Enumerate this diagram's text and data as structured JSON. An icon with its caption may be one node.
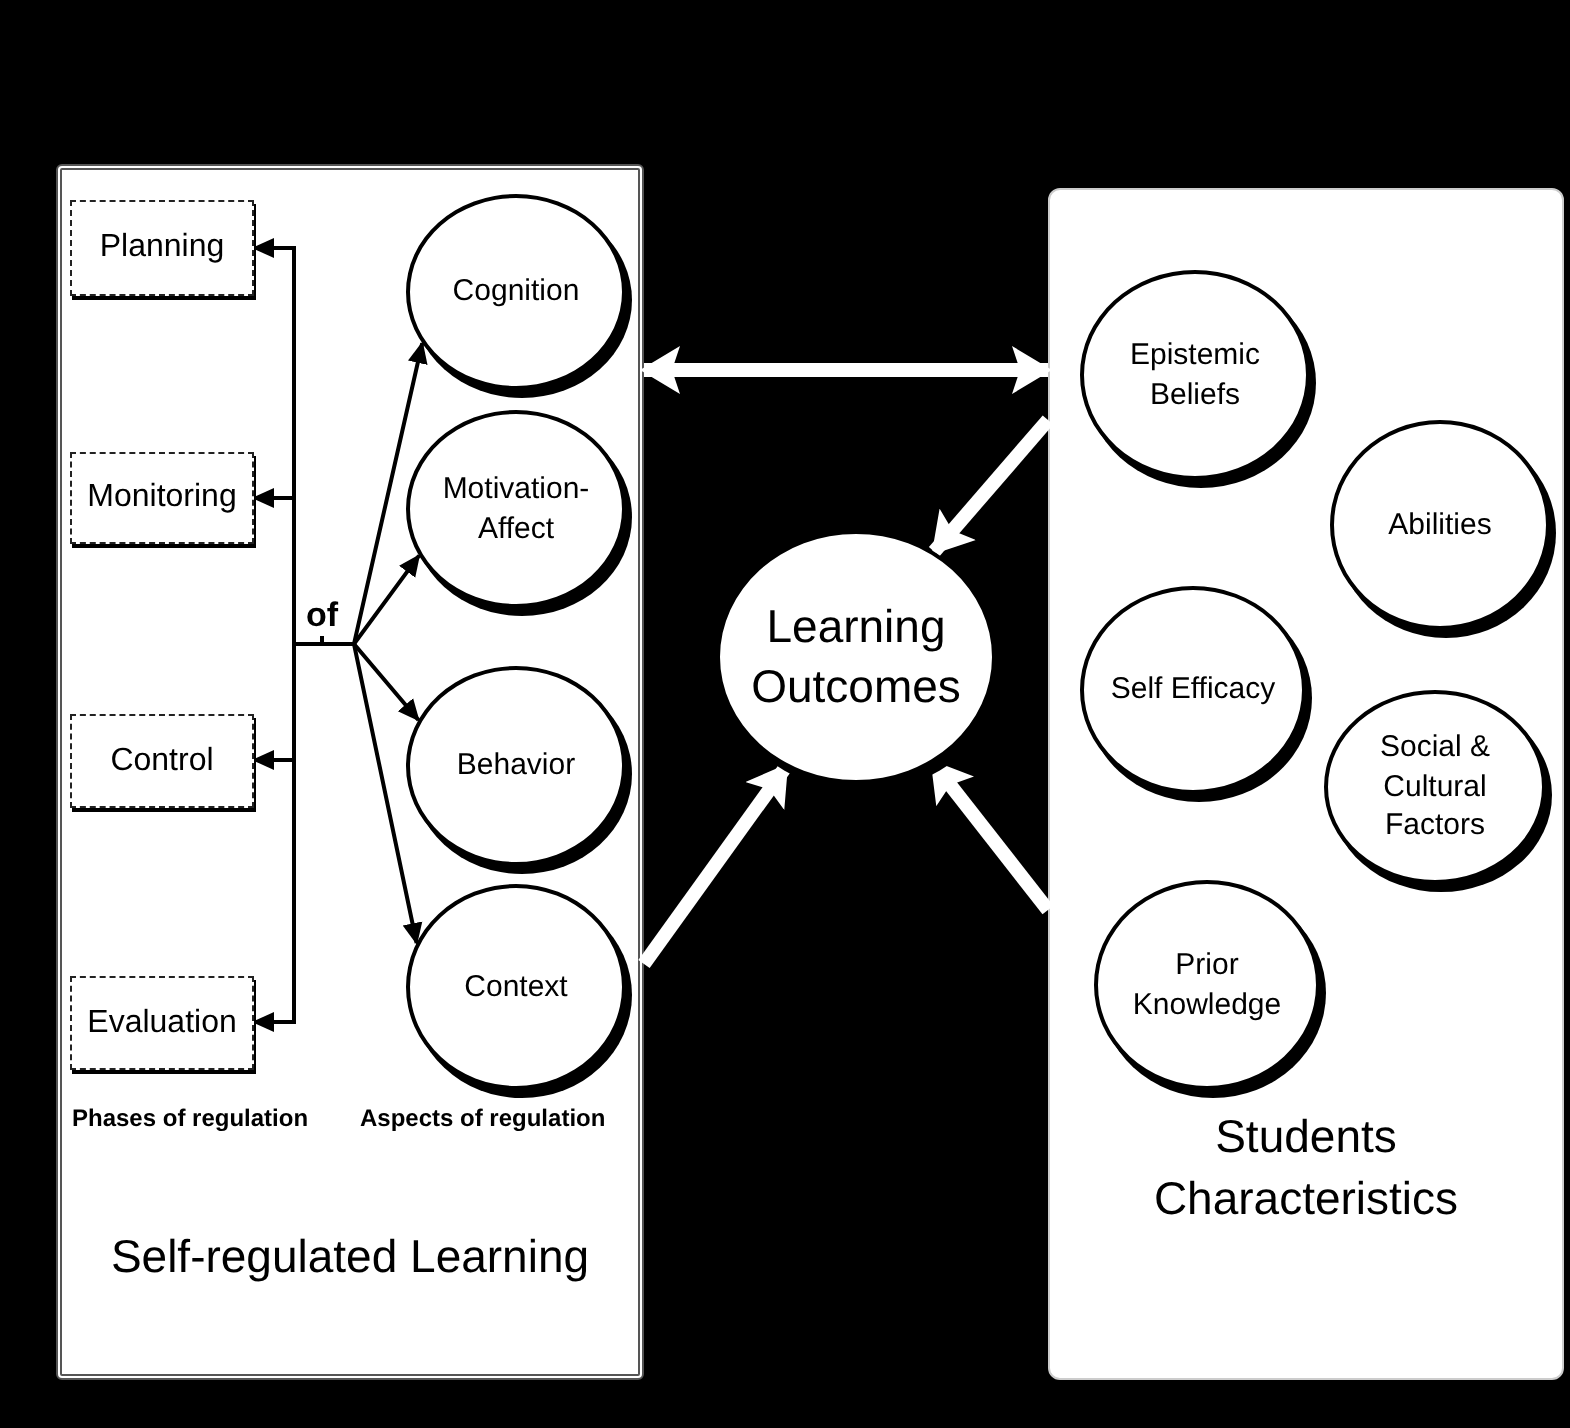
{
  "diagram": {
    "nodes": [
      {
        "text": [
          "Self-regulated Learning"
        ]
      },
      {
        "text": [
          "Planning"
        ],
        "in": 0
      },
      {
        "text": [
          "Monitoring"
        ],
        "in": 0
      },
      {
        "text": [
          "Control"
        ],
        "in": 0
      },
      {
        "text": [
          "Evaluation"
        ],
        "in": 0
      },
      {
        "text": [
          "of"
        ],
        "in": 0
      },
      {
        "text": [
          "Cognition"
        ],
        "in": 0
      },
      {
        "text": [
          "Motivation- Affect"
        ],
        "in": 0
      },
      {
        "text": [
          "Behavior"
        ],
        "in": 0
      },
      {
        "text": [
          "Context"
        ],
        "in": 0
      },
      {
        "text": [
          "Learning Outcomes"
        ]
      },
      {
        "text": [
          "Students Characteristics"
        ]
      },
      {
        "text": [
          "Epistemic Beliefs"
        ],
        "in": 11
      },
      {
        "text": [
          "Abilities"
        ],
        "in": 11
      },
      {
        "text": [
          "Self Efficacy"
        ],
        "in": 11
      },
      {
        "text": [
          "Social & Cultural Factors"
        ],
        "in": 11
      },
      {
        "text": [
          "Prior Knowledge"
        ],
        "in": 11
      }
    ],
    "edges": [
      {
        "from": 5,
        "to": 1,
        "arrow": "to"
      },
      {
        "from": 5,
        "to": 2,
        "arrow": "to"
      },
      {
        "from": 5,
        "to": 3,
        "arrow": "to"
      },
      {
        "from": 5,
        "to": 4,
        "arrow": "to"
      },
      {
        "from": 5,
        "to": 6,
        "arrow": "to"
      },
      {
        "from": 5,
        "to": 7,
        "arrow": "to"
      },
      {
        "from": 5,
        "to": 8,
        "arrow": "to"
      },
      {
        "from": 5,
        "to": 9,
        "arrow": "to"
      },
      {
        "from": 0,
        "to": 11,
        "arrow": "both",
        "style": "thick",
        "color": "#ffffff"
      },
      {
        "from": 11,
        "to": 10,
        "arrow": "to",
        "style": "thick",
        "color": "#ffffff"
      },
      {
        "from": 0,
        "to": 10,
        "arrow": "to",
        "style": "thick",
        "color": "#ffffff"
      },
      {
        "from": 11,
        "to": 10,
        "arrow": "to",
        "style": "thick",
        "color": "#ffffff"
      }
    ],
    "labels": [
      "Phases of regulation",
      "Aspects of regulation"
    ]
  }
}
